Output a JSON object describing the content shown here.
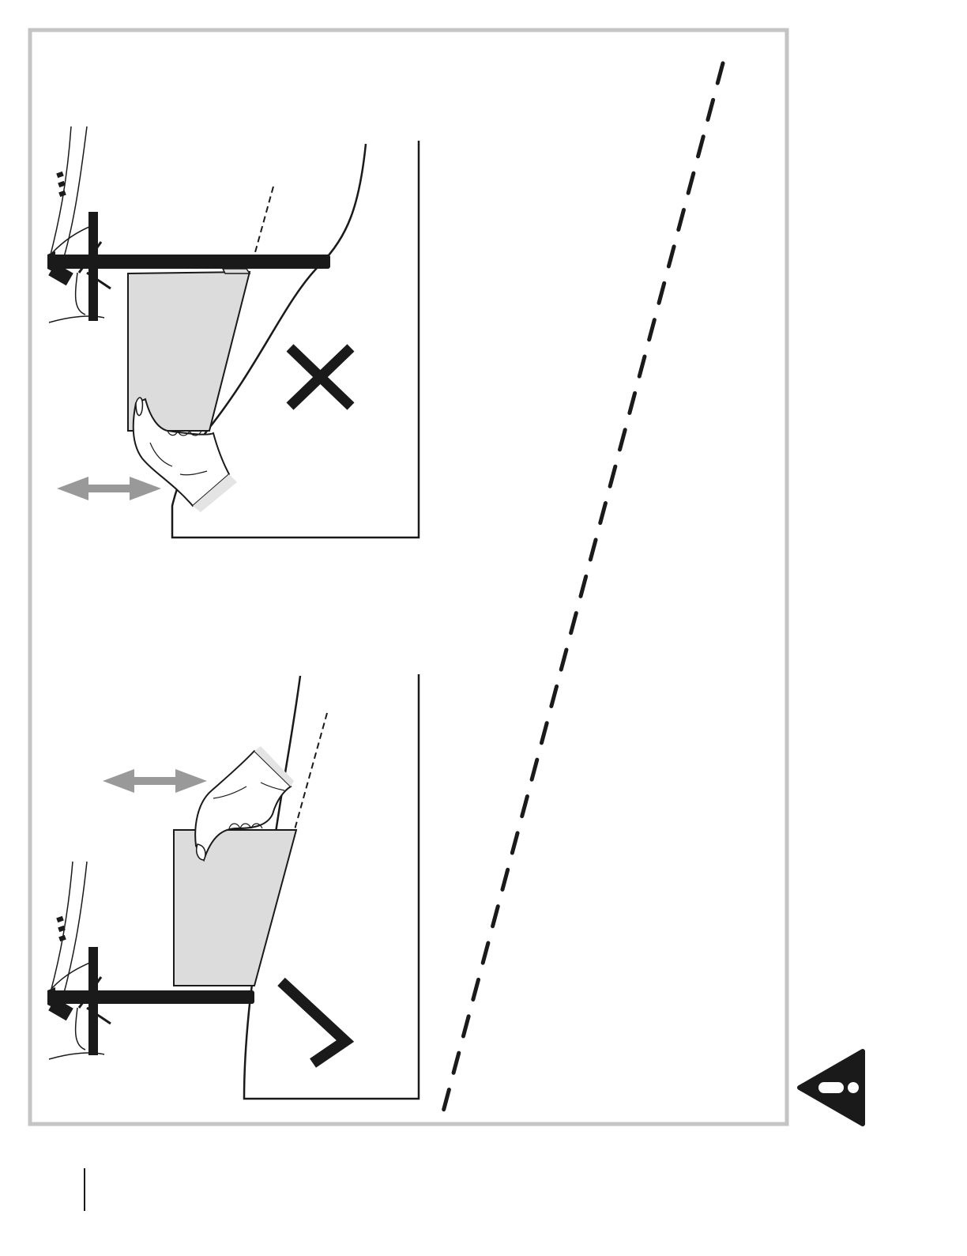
{
  "page": {
    "type": "manual-illustration-page",
    "background_color": "#ffffff",
    "frame_color": "#c4c4c4"
  },
  "panels": [
    {
      "id": "incorrect",
      "mark": "cross-icon",
      "meaning": "incorrect",
      "motion_indicator": "double-arrow-icon",
      "arrow_color": "#999999"
    },
    {
      "id": "correct",
      "mark": "check-icon",
      "meaning": "correct",
      "motion_indicator": "double-arrow-icon",
      "arrow_color": "#999999"
    }
  ],
  "colors": {
    "ink": "#1a1a1a",
    "paper_fill": "#dcdcdc",
    "arrow": "#999999",
    "warning_triangle": "#1a1a1a"
  },
  "icons": {
    "warning": "warning-triangle-icon",
    "incorrect": "cross-icon",
    "correct": "check-icon",
    "motion": "double-arrow-icon",
    "hand": "hand-icon",
    "rail": "curtain-rail-icon",
    "paper": "paper-sheet-icon"
  }
}
